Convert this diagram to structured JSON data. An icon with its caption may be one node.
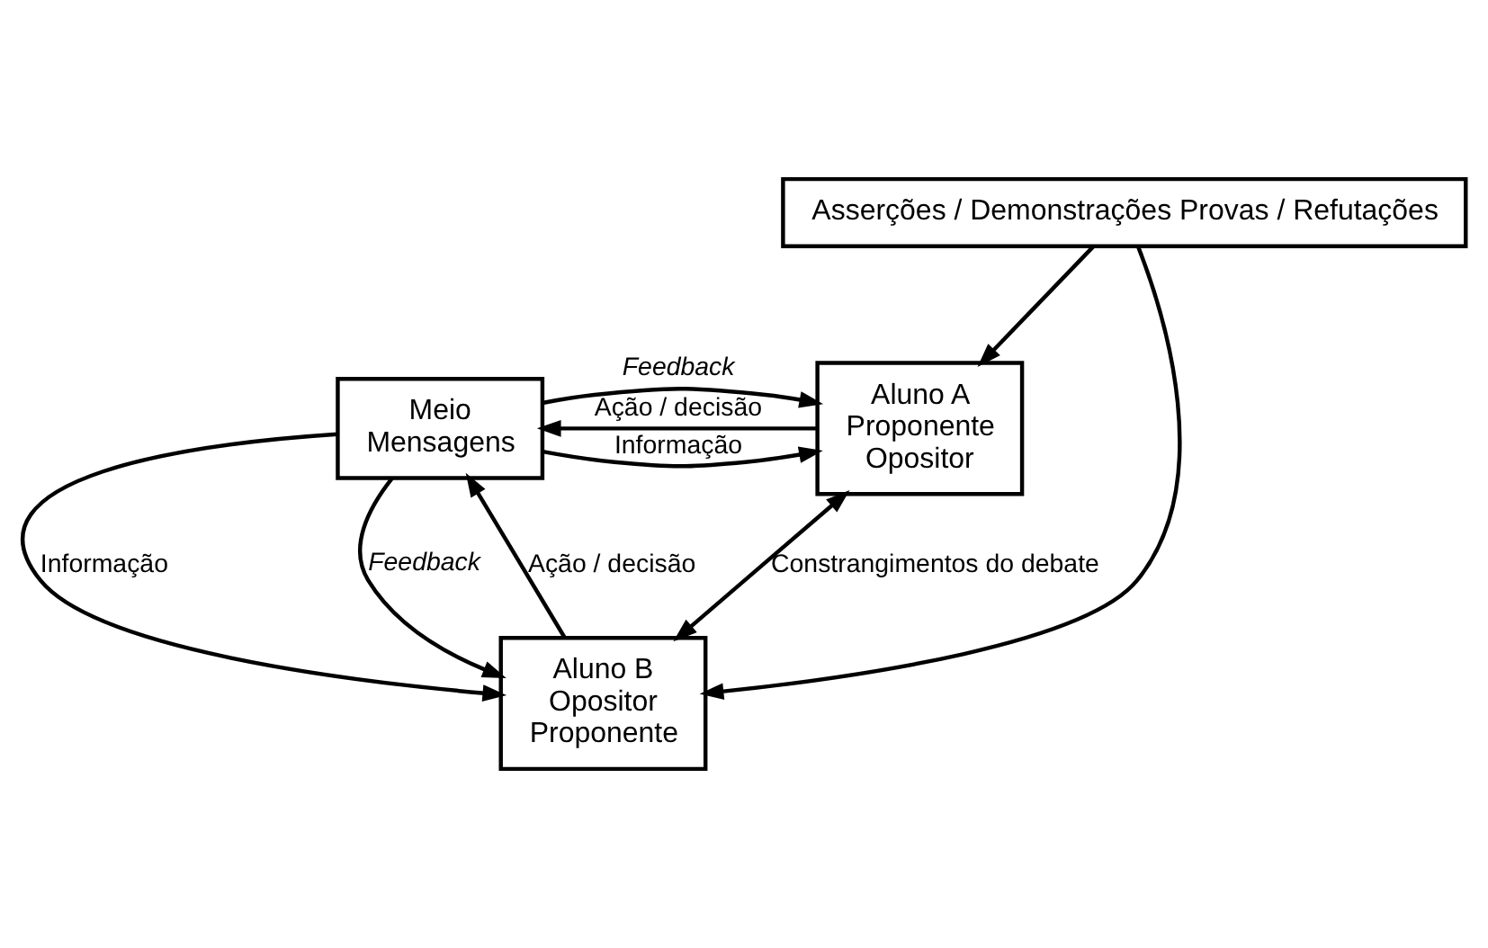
{
  "diagram": {
    "nodes": [
      {
        "text": [
          "Aluno A",
          "Proponente",
          "Opositor"
        ]
      },
      {
        "text": [
          "Meio",
          "Mensagens"
        ]
      },
      {
        "text": [
          "Asserções / Demonstrações Provas / Refutações"
        ]
      },
      {
        "text": [
          "Aluno B",
          "Opositor",
          "Proponente"
        ]
      }
    ],
    "edges": [
      {
        "from": 1,
        "to": 0,
        "arrow": "to",
        "label": "Feedback"
      },
      {
        "from": 1,
        "to": 0,
        "arrow": "to",
        "label": "Informação"
      },
      {
        "from": 0,
        "to": 1,
        "arrow": "to",
        "label": "Ação / decisão"
      },
      {
        "from": 3,
        "to": 1,
        "arrow": "to",
        "label": "Ação / decisão"
      },
      {
        "from": 1,
        "to": 3,
        "arrow": "to",
        "label": "Informação"
      },
      {
        "from": 1,
        "to": 3,
        "arrow": "to",
        "label": "Feedback"
      },
      {
        "from": 2,
        "to": 0,
        "arrow": "to"
      },
      {
        "from": 2,
        "to": 3,
        "arrow": "to"
      },
      {
        "from": 0,
        "to": 3,
        "arrow": "both",
        "label": "Constrangimentos do debate"
      }
    ]
  }
}
